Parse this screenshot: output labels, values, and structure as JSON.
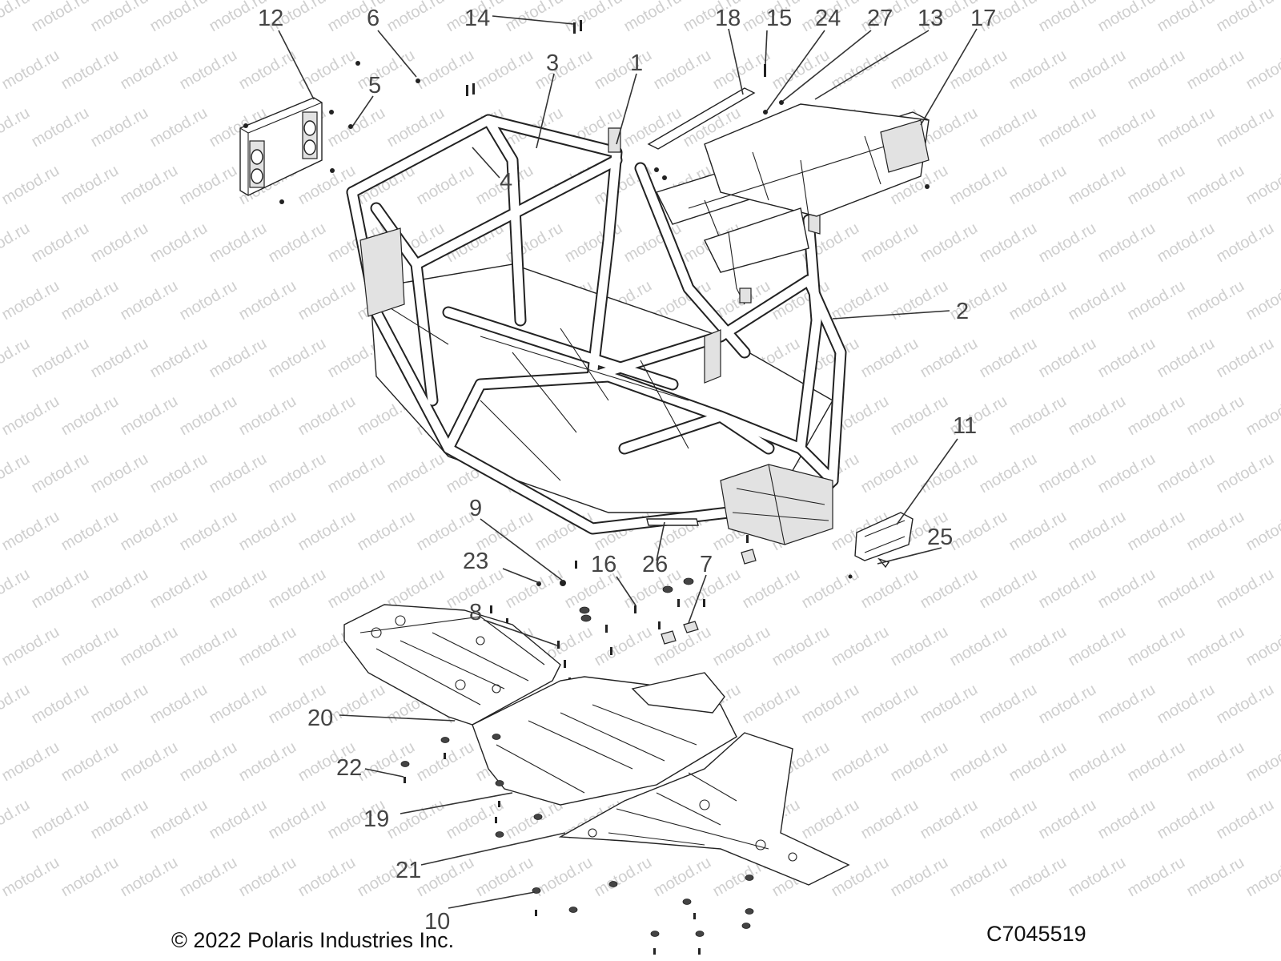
{
  "watermark_text": "motod.ru",
  "callouts": [
    {
      "id": "c12",
      "text": "12"
    },
    {
      "id": "c6",
      "text": "6"
    },
    {
      "id": "c14",
      "text": "14"
    },
    {
      "id": "c18",
      "text": "18"
    },
    {
      "id": "c15",
      "text": "15"
    },
    {
      "id": "c24",
      "text": "24"
    },
    {
      "id": "c27",
      "text": "27"
    },
    {
      "id": "c13",
      "text": "13"
    },
    {
      "id": "c17",
      "text": "17"
    },
    {
      "id": "c3",
      "text": "3"
    },
    {
      "id": "c1",
      "text": "1"
    },
    {
      "id": "c5",
      "text": "5"
    },
    {
      "id": "c4",
      "text": "4"
    },
    {
      "id": "c2",
      "text": "2"
    },
    {
      "id": "c11",
      "text": "11"
    },
    {
      "id": "c25",
      "text": "25"
    },
    {
      "id": "c9",
      "text": "9"
    },
    {
      "id": "c23",
      "text": "23"
    },
    {
      "id": "c16",
      "text": "16"
    },
    {
      "id": "c26",
      "text": "26"
    },
    {
      "id": "c7",
      "text": "7"
    },
    {
      "id": "c8",
      "text": "8"
    },
    {
      "id": "c20",
      "text": "20"
    },
    {
      "id": "c22",
      "text": "22"
    },
    {
      "id": "c19",
      "text": "19"
    },
    {
      "id": "c21",
      "text": "21"
    },
    {
      "id": "c10",
      "text": "10"
    }
  ],
  "footer": {
    "copyright": "© 2022 Polaris Industries Inc.",
    "drawing_number": "C7045519"
  }
}
